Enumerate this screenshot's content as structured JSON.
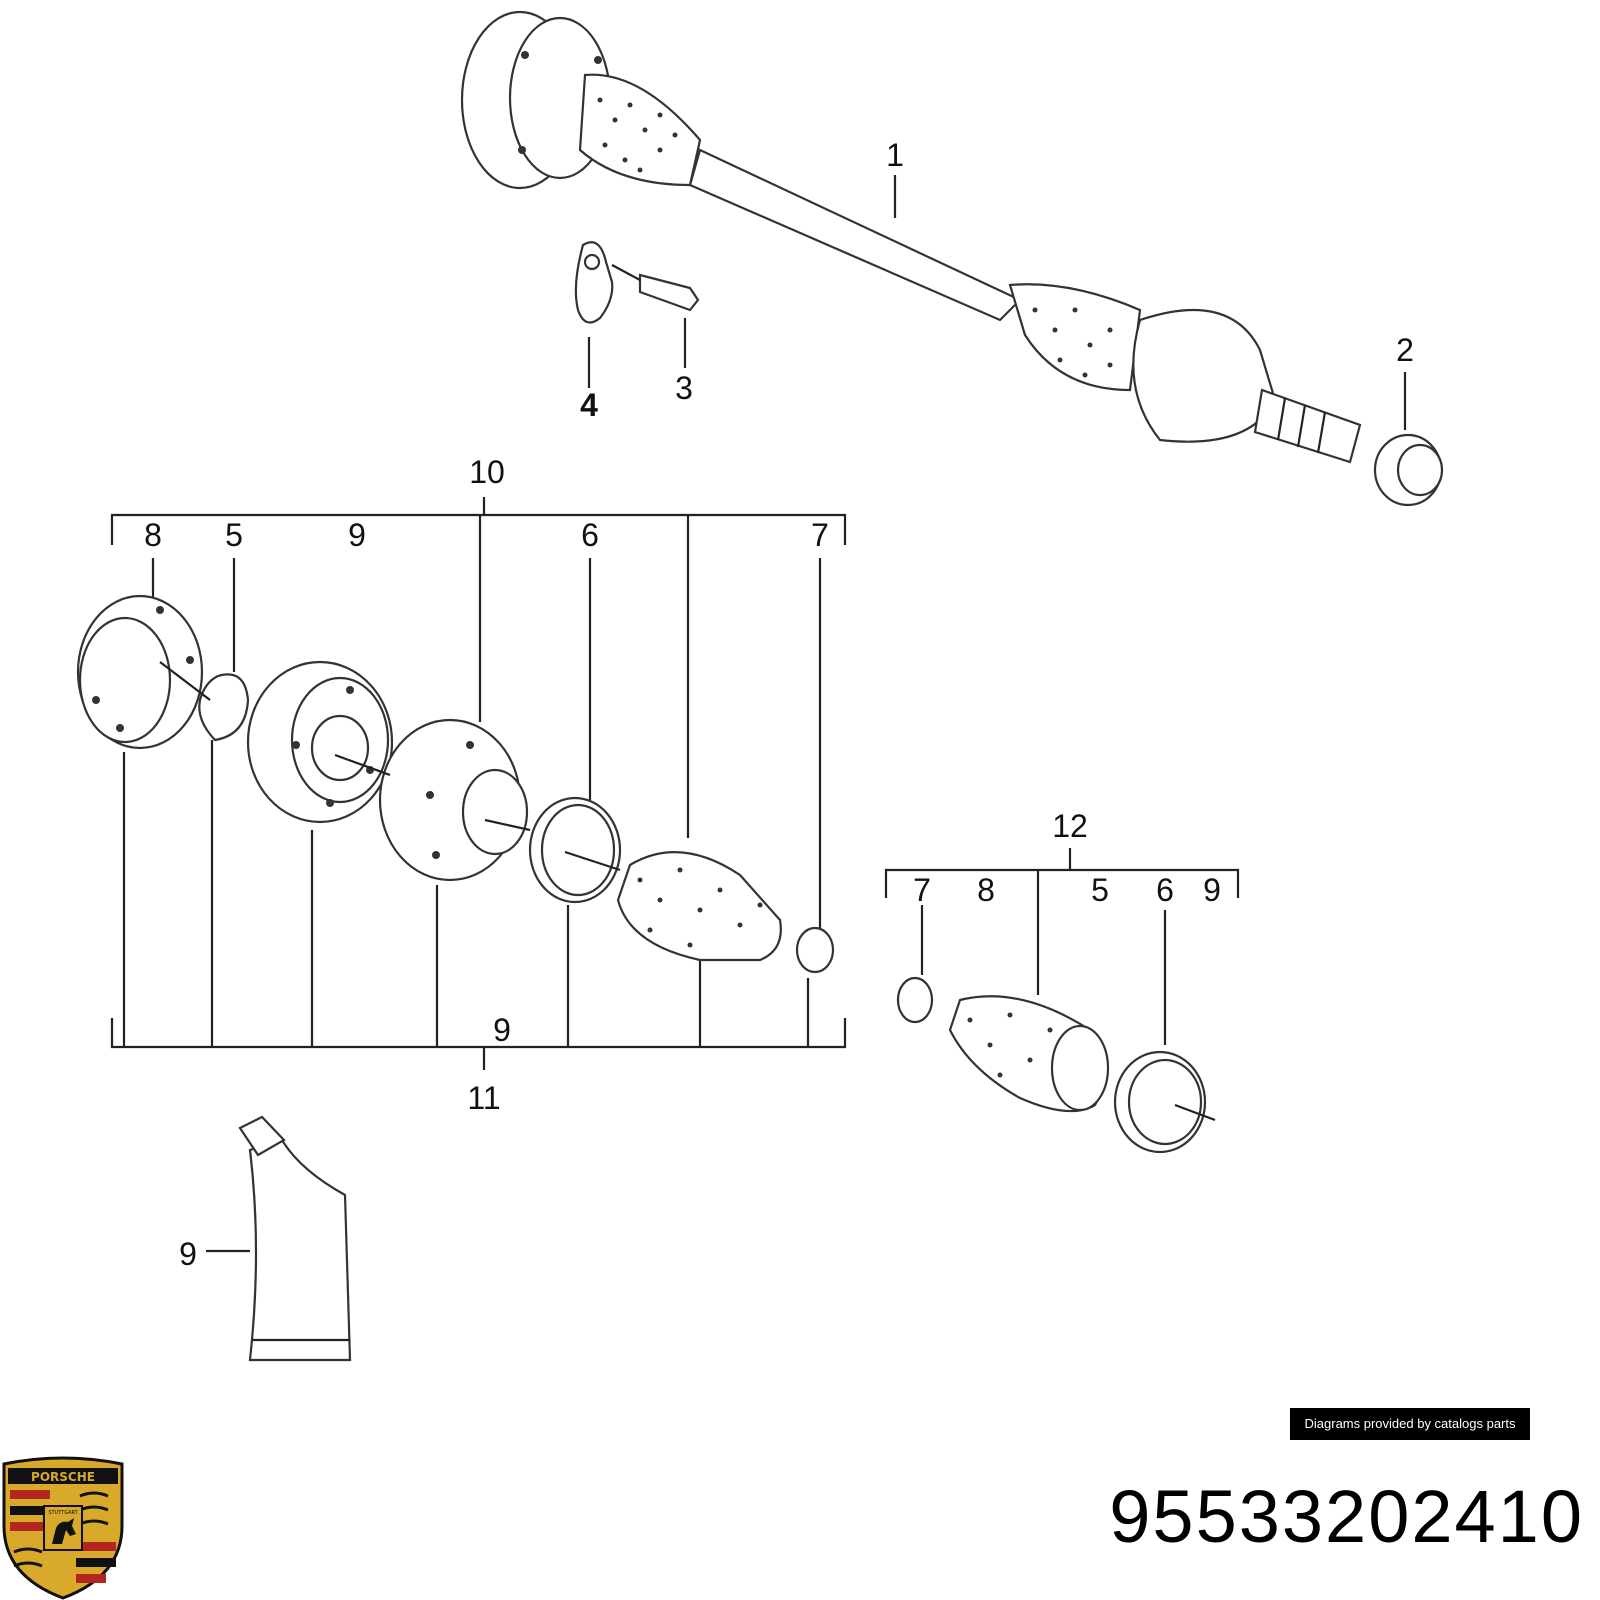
{
  "callouts": {
    "l1": "1",
    "l2": "2",
    "l3": "3",
    "l4": "4",
    "l10": "10",
    "l10_8": "8",
    "l10_5": "5",
    "l10_9": "9",
    "l10_6": "6",
    "l10_7": "7",
    "l11": "11",
    "l11_9": "9",
    "l12": "12",
    "l12_7": "7",
    "l12_8": "8",
    "l12_5": "5",
    "l12_6": "6",
    "l12_9": "9",
    "l9_tube": "9"
  },
  "credit": "Diagrams provided by catalogs parts",
  "part_number": "95533202410",
  "brand": {
    "logo_text": "PORSCHE",
    "logo_subtext": "STUTTGART",
    "colors": {
      "gold": "#d9a92b",
      "red": "#b3261e",
      "black": "#111111"
    }
  }
}
